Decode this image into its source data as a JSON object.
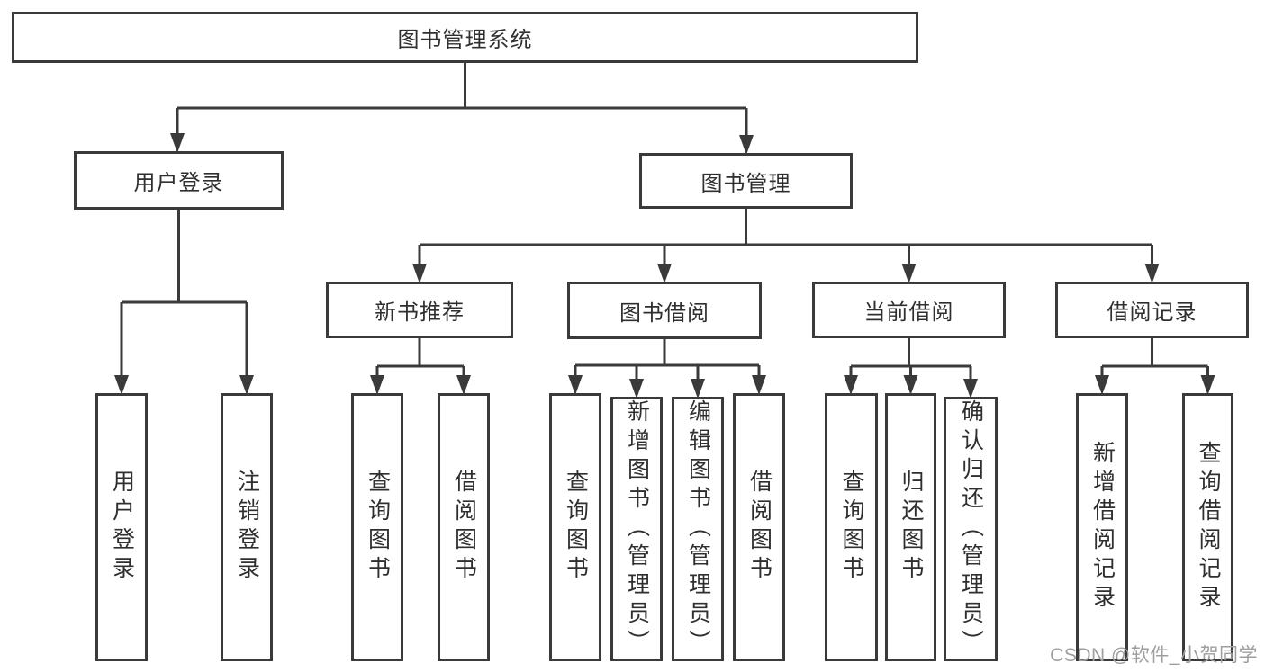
{
  "colors": {
    "line": "#3a3a3a",
    "text": "#2f2f2f",
    "box_bg": "#ffffff",
    "page_bg": "#ffffff",
    "watermark": "#9e9e9e"
  },
  "watermark": {
    "text": "CSDN @软件_小贺同学"
  },
  "tree": {
    "label": "图书管理系统",
    "children": [
      {
        "label": "用户登录",
        "children": [
          {
            "label": "用户登录"
          },
          {
            "label": "注销登录"
          }
        ]
      },
      {
        "label": "图书管理",
        "children": [
          {
            "label": "新书推荐",
            "children": [
              {
                "label": "查询图书"
              },
              {
                "label": "借阅图书"
              }
            ]
          },
          {
            "label": "图书借阅",
            "children": [
              {
                "label": "查询图书"
              },
              {
                "label": "新增图书（管理员）"
              },
              {
                "label": "编辑图书（管理员）"
              },
              {
                "label": "借阅图书"
              }
            ]
          },
          {
            "label": "当前借阅",
            "children": [
              {
                "label": "查询图书"
              },
              {
                "label": "归还图书"
              },
              {
                "label": "确认归还（管理员）"
              }
            ]
          },
          {
            "label": "借阅记录",
            "children": [
              {
                "label": "新增借阅记录"
              },
              {
                "label": "查询借阅记录"
              }
            ]
          }
        ]
      }
    ]
  }
}
